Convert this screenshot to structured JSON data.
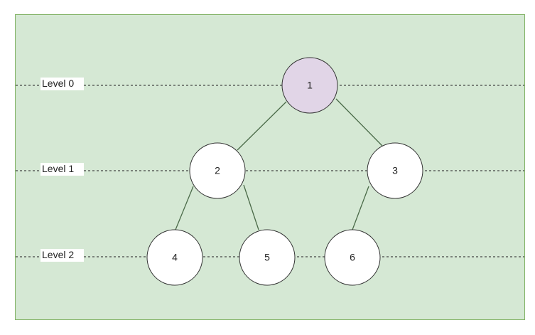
{
  "colors": {
    "panel_fill": "#d5e8d4",
    "panel_stroke": "#82b366",
    "root_fill": "#e1d5e7",
    "node_fill": "#ffffff",
    "node_stroke": "#333333",
    "edge": "#4a6a48",
    "level_line": "#444444",
    "label_bg": "#ffffff"
  },
  "levels": [
    "Level 0",
    "Level 1",
    "Level 2"
  ],
  "nodes": [
    "1",
    "2",
    "3",
    "4",
    "5",
    "6"
  ],
  "edges": [
    [
      "1",
      "2"
    ],
    [
      "1",
      "3"
    ],
    [
      "2",
      "4"
    ],
    [
      "2",
      "5"
    ],
    [
      "3",
      "6"
    ]
  ]
}
